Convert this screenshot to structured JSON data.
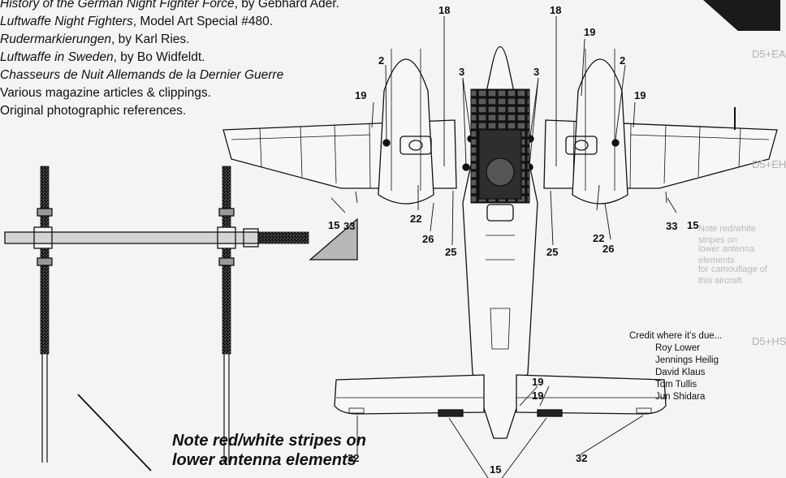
{
  "references": {
    "lines": [
      {
        "title": "History of the German Night Fighter Force",
        "rest": ", by Gebhard Ader."
      },
      {
        "title": "Luftwaffe Night Fighters",
        "rest": ", Model Art Special #480."
      },
      {
        "title": "Rudermarkierungen",
        "rest": ", by Karl Ries."
      },
      {
        "title": "Luftwaffe in Sweden",
        "rest": ", by Bo Widfeldt."
      },
      {
        "title": "Chasseurs de Nuit Allemands de la Dernier Guerre",
        "rest": ""
      },
      {
        "title": "",
        "rest": "Various magazine articles & clippings."
      },
      {
        "title": "",
        "rest": "Original photographic references."
      }
    ]
  },
  "faded_text": {
    "heading_1": "D5+EA",
    "heading_2": "D5+EH",
    "heading_3": "D5+HS",
    "line_1": "Note red/white stripes on",
    "line_2": "lower antenna elements",
    "line_3": "for camouflage of this aircraft"
  },
  "credits": {
    "title": "Credit where it’s due...",
    "names": [
      "Roy Lower",
      "Jennings Heilig",
      "David Klaus",
      "Tom Tullis",
      "Jun Shidara"
    ]
  },
  "note": {
    "line1": "Note red/white stripes on",
    "line2": "lower antenna elements"
  },
  "callouts": {
    "c18": "18",
    "c19": "19",
    "c2": "2",
    "c3": "3",
    "c15": "15",
    "c33": "33",
    "c22": "22",
    "c26": "26",
    "c25": "25",
    "c32": "32"
  },
  "colors": {
    "ink": "#111111",
    "antenna_stripe": "#8a8a8a",
    "ghost_text": "#b9b9b9"
  }
}
